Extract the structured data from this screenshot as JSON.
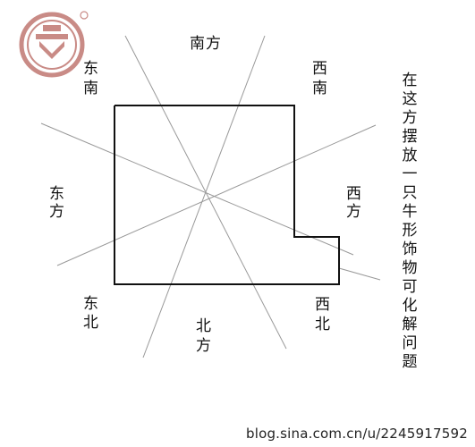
{
  "directions": {
    "south": "南方",
    "southeast_top": "东",
    "southeast_bottom": "南",
    "southwest_top": "西",
    "southwest_bottom": "南",
    "east": "东方",
    "west": "西方",
    "northeast_top": "东",
    "northeast_bottom": "北",
    "north": "北方",
    "northwest": "西北"
  },
  "annotation": "在这方摆放一只牛形饰物可化解问题",
  "watermark": "blog.sina.com.cn/u/2245917592",
  "colors": {
    "logo": "#c98b86",
    "line": "#999999",
    "outline": "#111111"
  }
}
